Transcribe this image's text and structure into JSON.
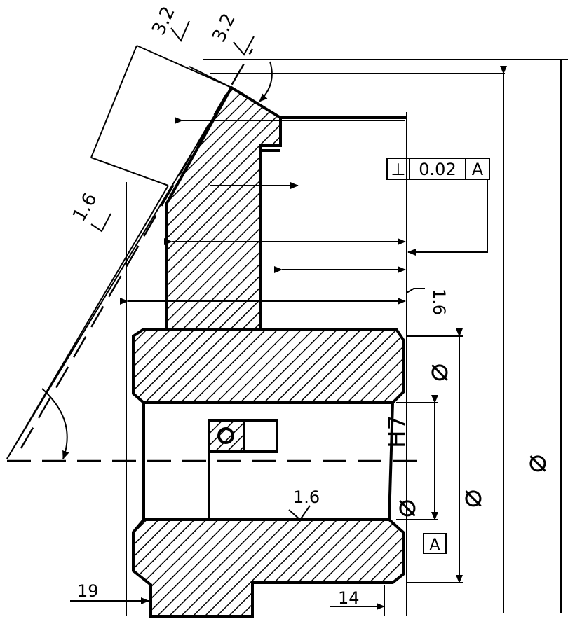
{
  "drawing": {
    "roughness_values": [
      "3.2",
      "3.2",
      "1.6",
      "1.6",
      "1.6"
    ],
    "tolerance_frame": {
      "symbol": "⊥",
      "value": "0.02",
      "datum": "A"
    },
    "datum_label": "A",
    "diameter_symbol": "⌀",
    "bore_fit": "H7",
    "dimensions": [
      "19",
      "14"
    ]
  }
}
